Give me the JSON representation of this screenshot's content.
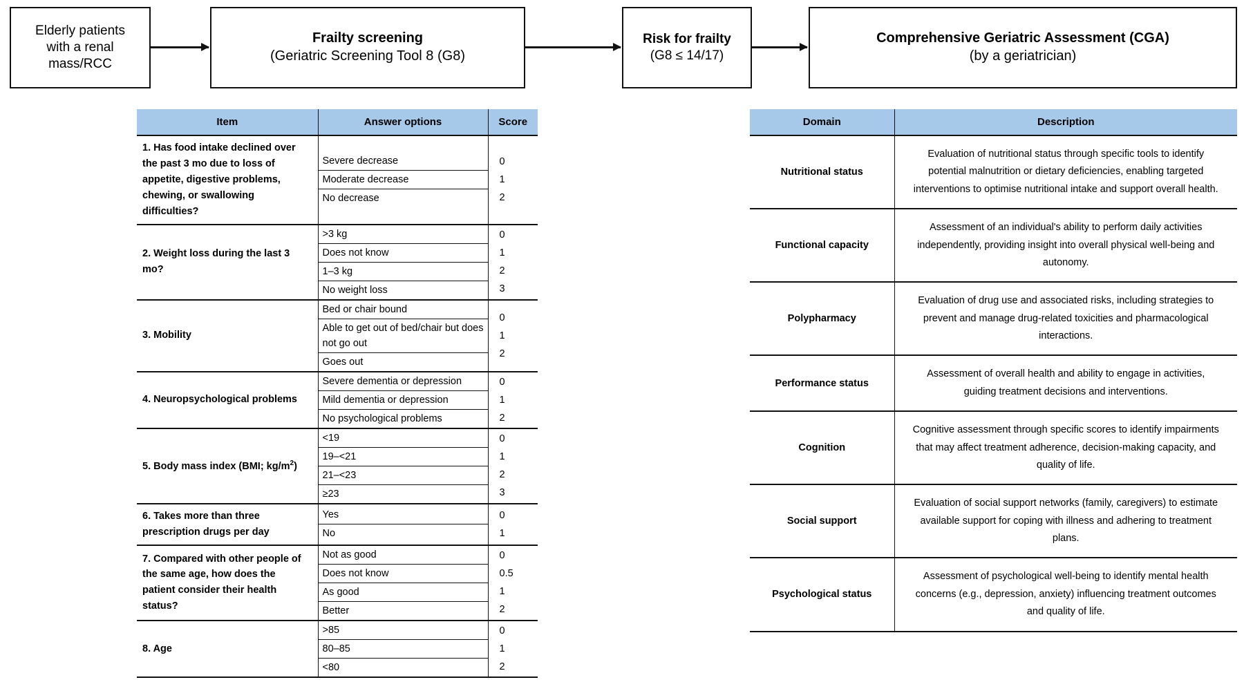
{
  "flow": {
    "boxes": [
      {
        "name": "elderly-patients",
        "line1": "Elderly patients",
        "line2": "with a renal",
        "line3": "mass/RCC",
        "bold_first": false
      },
      {
        "name": "frailty-screening",
        "line1": "Frailty screening",
        "line2": "(Geriatric Screening Tool 8 (G8)",
        "line3": "",
        "bold_first": true
      },
      {
        "name": "risk-for-frailty",
        "line1": "Risk for frailty",
        "line2": "(G8 ≤ 14/17)",
        "line3": "",
        "bold_first": true
      },
      {
        "name": "cga",
        "line1": "Comprehensive Geriatric Assessment (CGA)",
        "line2": "(by a geriatrician)",
        "line3": "",
        "bold_first": true
      }
    ]
  },
  "g8_table": {
    "headers": {
      "item": "Item",
      "answer": "Answer options",
      "score": "Score"
    },
    "rows": [
      {
        "item": "1. Has food intake declined over the past 3 mo due to loss of appetite, digestive problems, chewing, or swallowing difficulties?",
        "options": [
          "Severe decrease",
          "Moderate decrease",
          "No decrease"
        ],
        "scores": [
          "0",
          "1",
          "2"
        ]
      },
      {
        "item": "2. Weight loss during the last 3 mo?",
        "options": [
          ">3 kg",
          "Does not know",
          "1–3 kg",
          "No weight loss"
        ],
        "scores": [
          "0",
          "1",
          "2",
          "3"
        ]
      },
      {
        "item": "3. Mobility",
        "options": [
          "Bed or chair bound",
          "Able to get out of bed/chair but does not go out",
          "Goes out"
        ],
        "scores": [
          "0",
          "1",
          "2"
        ]
      },
      {
        "item": "4. Neuropsychological problems",
        "options": [
          "Severe dementia or depression",
          "Mild dementia or depression",
          "No psychological problems"
        ],
        "scores": [
          "0",
          "1",
          "2"
        ]
      },
      {
        "item": "5. Body mass index (BMI; kg/m2)",
        "item_base": "5. Body mass index (BMI; kg/m",
        "item_sup": "2",
        "item_tail": ")",
        "options": [
          "<19",
          "19–<21",
          "21–<23",
          "≥23"
        ],
        "scores": [
          "0",
          "1",
          "2",
          "3"
        ]
      },
      {
        "item": "6. Takes more than three prescription drugs per day",
        "options": [
          "Yes",
          "No"
        ],
        "scores": [
          "0",
          "1"
        ]
      },
      {
        "item": "7. Compared with other people of the same age, how does the patient consider their health status?",
        "options": [
          "Not as good",
          "Does not know",
          "As good",
          "Better"
        ],
        "scores": [
          "0",
          "0.5",
          "1",
          "2"
        ]
      },
      {
        "item": "8. Age",
        "options": [
          ">85",
          "80–85",
          "<80"
        ],
        "scores": [
          "0",
          "1",
          "2"
        ]
      }
    ]
  },
  "cga_table": {
    "headers": {
      "domain": "Domain",
      "description": "Description"
    },
    "rows": [
      {
        "domain": "Nutritional status",
        "description": "Evaluation of nutritional status through specific tools to identify potential malnutrition or dietary deficiencies, enabling targeted interventions to optimise nutritional intake and support overall health."
      },
      {
        "domain": "Functional capacity",
        "description": "Assessment of an individual's ability to perform daily activities independently, providing insight into overall physical well-being and autonomy."
      },
      {
        "domain": "Polypharmacy",
        "description": "Evaluation of drug use and associated risks, including strategies to prevent and manage drug-related toxicities and pharmacological interactions."
      },
      {
        "domain": "Performance status",
        "description": "Assessment of overall health and ability to engage in activities, guiding treatment decisions and interventions."
      },
      {
        "domain": "Cognition",
        "description": "Cognitive assessment through specific scores to identify impairments that may affect treatment adherence, decision-making capacity, and quality of life."
      },
      {
        "domain": "Social support",
        "description": "Evaluation of social support networks (family, caregivers) to estimate available support for coping with illness and adhering to treatment plans."
      },
      {
        "domain": "Psychological status",
        "description": "Assessment of psychological well-being to identify mental health concerns (e.g., depression, anxiety) influencing treatment outcomes and quality of life."
      }
    ]
  },
  "colors": {
    "header_blue": "#a6c9ea",
    "rule": "#111111",
    "background": "#ffffff"
  }
}
